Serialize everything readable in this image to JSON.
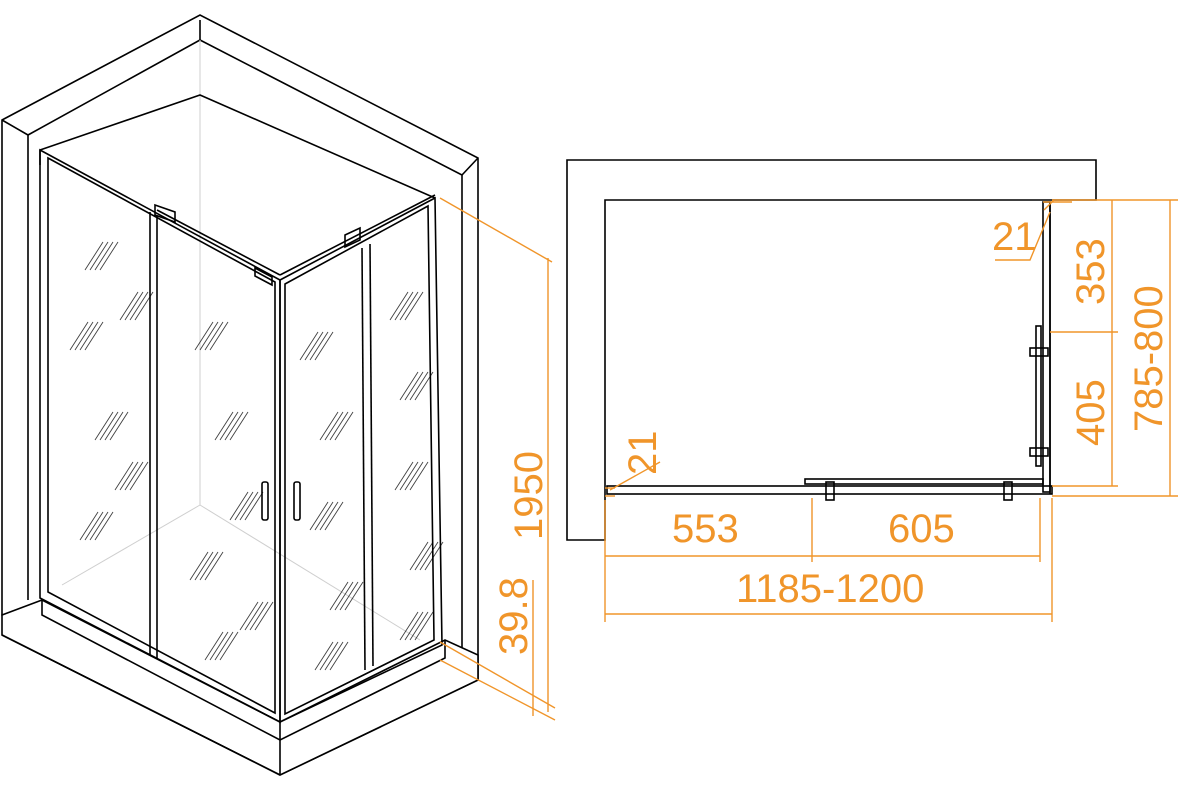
{
  "colors": {
    "dimension": "#F0952A",
    "outline": "#000000"
  },
  "perspective_view": {
    "dimensions": {
      "height": "1950",
      "tray_height": "39.8"
    }
  },
  "plan_view": {
    "dimensions": {
      "wall_gap_top": "21",
      "wall_gap_left": "21",
      "side_fixed": "353",
      "side_door": "405",
      "side_total": "785-800",
      "front_fixed": "553",
      "front_door": "605",
      "front_total": "1185-1200"
    }
  }
}
